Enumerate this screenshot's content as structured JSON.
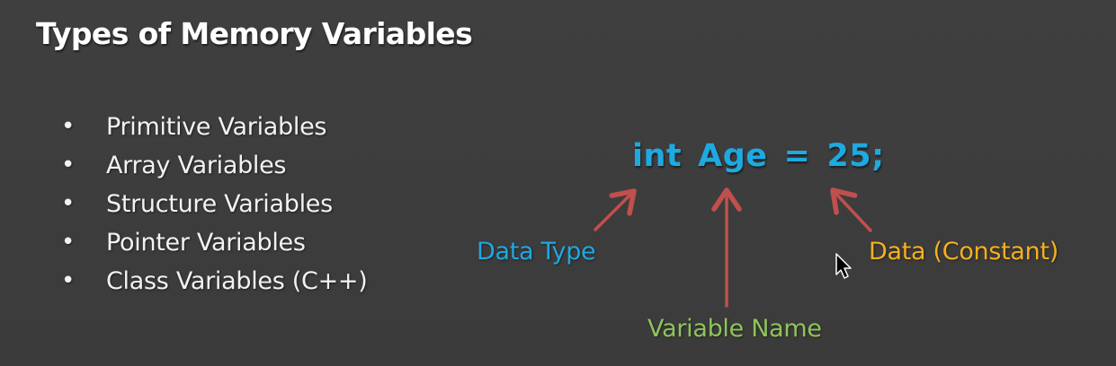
{
  "slide": {
    "title": "Types of Memory Variables",
    "bullet_symbol": "•",
    "bullets": [
      "Primitive Variables",
      "Array Variables",
      "Structure Variables",
      "Pointer Variables",
      "Class Variables (C++)"
    ],
    "code": {
      "type": "int",
      "name": "Age",
      "operator": "=",
      "value": "25;"
    },
    "labels": {
      "data_type": "Data Type",
      "data_constant": "Data (Constant)",
      "variable_name": "Variable Name"
    }
  },
  "colors": {
    "background": "#3d3d3d",
    "title": "#ffffff",
    "code_blue": "#1ea9e1",
    "arrow_red": "#c0504d",
    "constant_orange": "#f5b01f",
    "name_green": "#8fc45a"
  }
}
